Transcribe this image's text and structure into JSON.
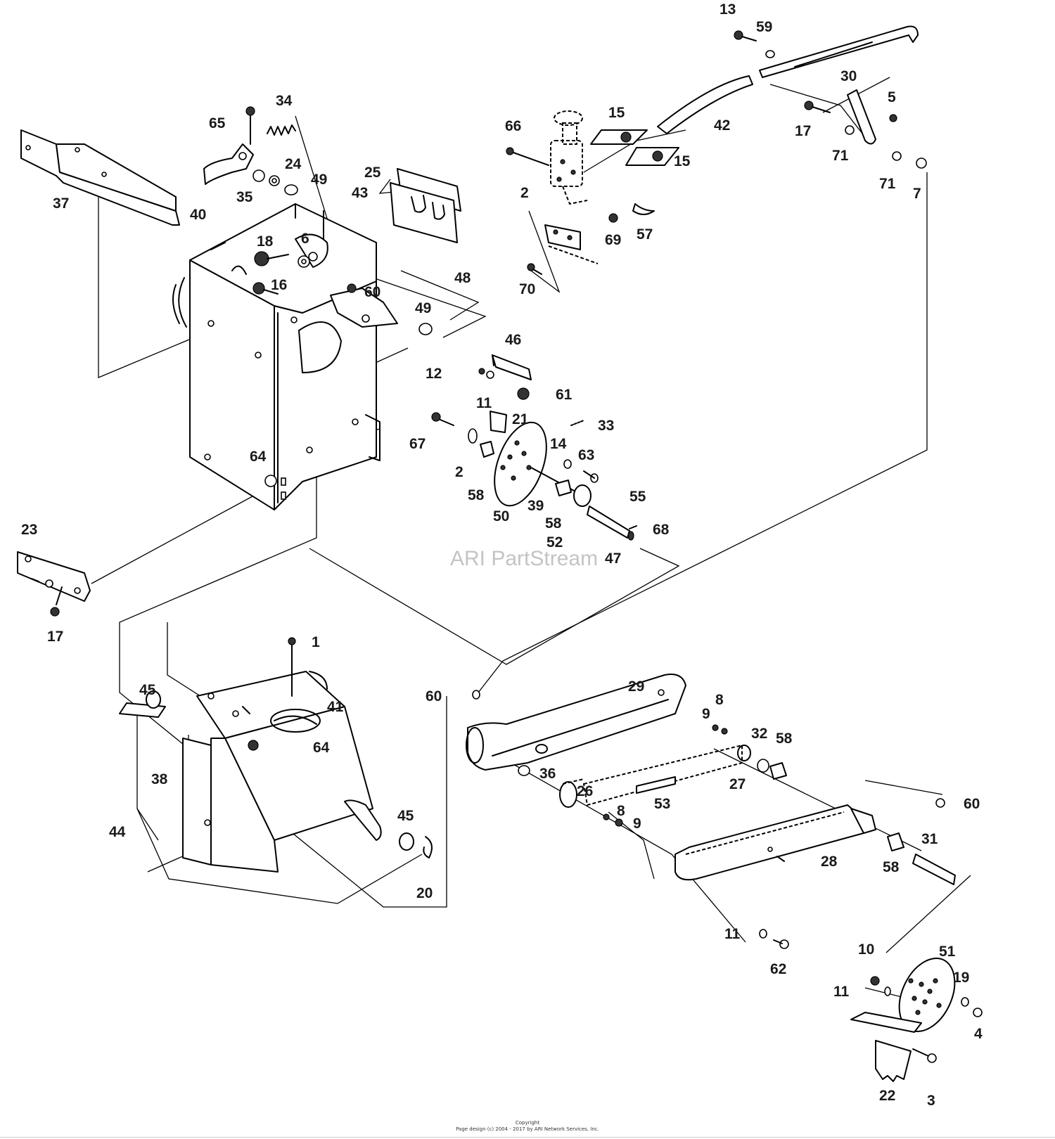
{
  "watermark": "ARI PartStream",
  "footer": {
    "copyright_label": "Copyright",
    "page_design": "Page design (c) 2004 - 2017 by ARI Network Services, Inc."
  },
  "callouts": [
    "13",
    "59",
    "30",
    "5",
    "42",
    "17",
    "71",
    "71",
    "7",
    "15",
    "15",
    "66",
    "2",
    "69",
    "57",
    "70",
    "65",
    "34",
    "24",
    "49",
    "35",
    "40",
    "37",
    "25",
    "43",
    "18",
    "6",
    "16",
    "60",
    "48",
    "49",
    "46",
    "12",
    "11",
    "61",
    "21",
    "33",
    "67",
    "2",
    "14",
    "63",
    "58",
    "50",
    "39",
    "58",
    "55",
    "52",
    "68",
    "47",
    "64",
    "23",
    "17",
    "1",
    "41",
    "45",
    "64",
    "38",
    "44",
    "45",
    "20",
    "60",
    "29",
    "9",
    "8",
    "32",
    "58",
    "36",
    "27",
    "26",
    "53",
    "8",
    "9",
    "60",
    "28",
    "58",
    "31",
    "11",
    "62",
    "10",
    "51",
    "11",
    "19",
    "4",
    "22",
    "3"
  ]
}
